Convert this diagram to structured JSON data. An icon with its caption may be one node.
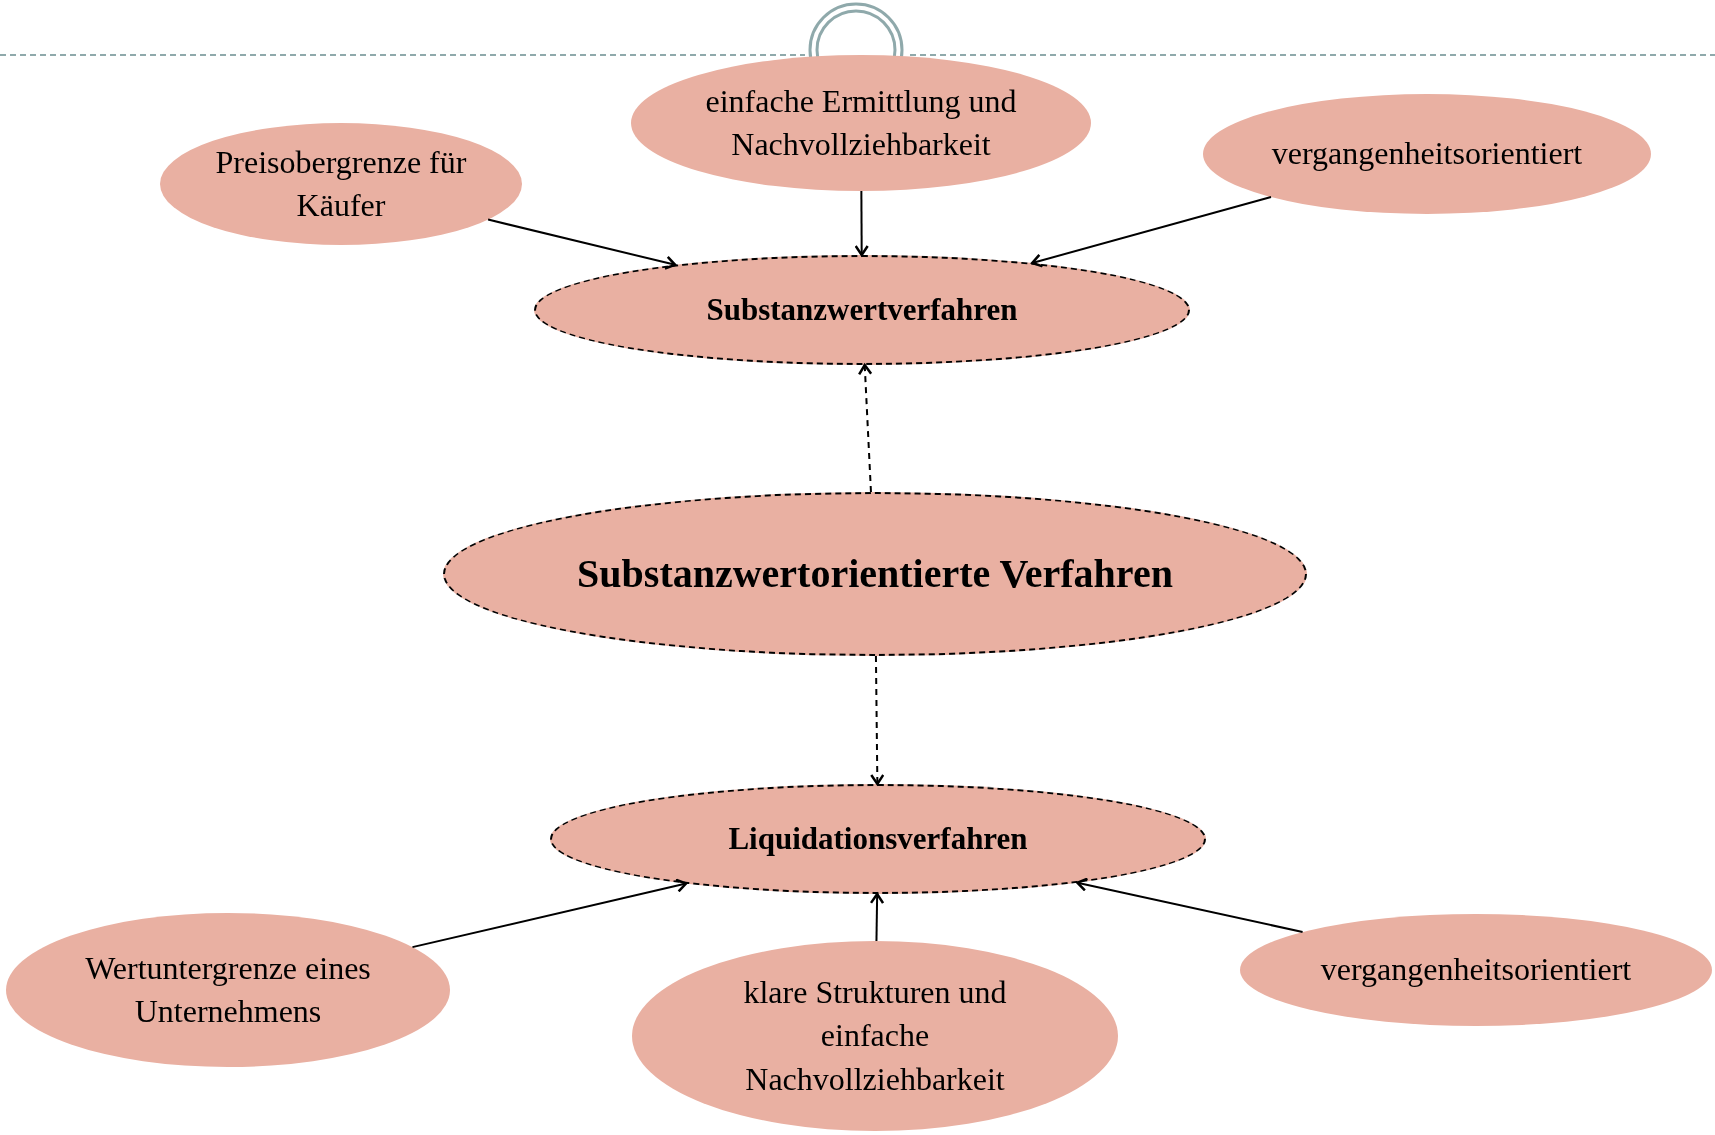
{
  "diagram": {
    "nodes": [
      {
        "text": [
          "Preisobergrenze für Käufer"
        ]
      },
      {
        "text": [
          "einfache Ermittlung und Nachvollziehbarkeit"
        ]
      },
      {
        "text": [
          "vergangenheitsorientiert"
        ]
      },
      {
        "text": [
          "Substanzwertverfahren"
        ]
      },
      {
        "text": [
          "Substanzwertorientierte Verfahren"
        ]
      },
      {
        "text": [
          "Liquidationsverfahren"
        ]
      },
      {
        "text": [
          "Wertuntergrenze eines Unternehmens"
        ]
      },
      {
        "text": [
          "klare Strukturen und einfache Nachvollziehbarkeit"
        ]
      },
      {
        "text": [
          "vergangenheitsorientiert"
        ]
      }
    ],
    "edges": [
      {
        "from": 0,
        "to": 3,
        "arrow": "to"
      },
      {
        "from": 1,
        "to": 3,
        "arrow": "to"
      },
      {
        "from": 2,
        "to": 3,
        "arrow": "to"
      },
      {
        "from": 4,
        "to": 3,
        "arrow": "to",
        "style": "dashed"
      },
      {
        "from": 4,
        "to": 5,
        "arrow": "to",
        "style": "dashed"
      },
      {
        "from": 6,
        "to": 5,
        "arrow": "to"
      },
      {
        "from": 7,
        "to": 5,
        "arrow": "to"
      },
      {
        "from": 8,
        "to": 5,
        "arrow": "to"
      }
    ]
  }
}
